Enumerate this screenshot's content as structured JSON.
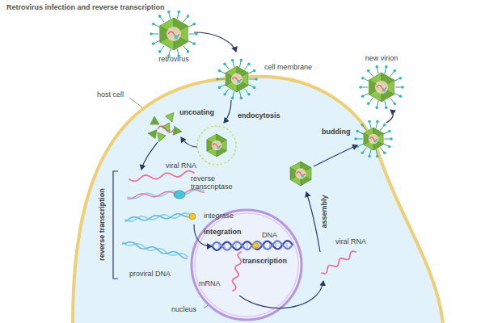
{
  "diagram": {
    "title": "Retrovirus infection and reverse transcription",
    "labels": [
      "retrovirus",
      "new virion",
      "host cell",
      "cell membrane",
      "endocytosis",
      "uncoating",
      "budding",
      "viral RNA",
      "reverse transcriptase",
      "integrase",
      "reverse transcription",
      "proviral DNA",
      "integration",
      "DNA",
      "transcription",
      "assembly",
      "viral RNA",
      "mRNA",
      "nucleus"
    ]
  }
}
